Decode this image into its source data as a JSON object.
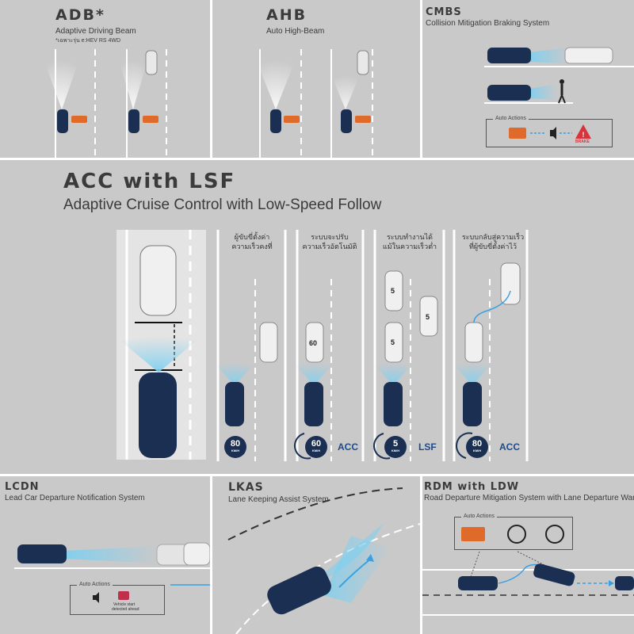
{
  "adb": {
    "title": "ADB*",
    "subtitle": "Adaptive Driving Beam",
    "note": "*เฉพาะรุ่น e:HEV RS 4WD"
  },
  "ahb": {
    "title": "AHB",
    "subtitle": "Auto High-Beam"
  },
  "cmbs": {
    "title": "CMBS",
    "subtitle": "Collision Mitigation Braking System",
    "auto_actions": "Auto Actions",
    "brake": "BRAKE"
  },
  "acc": {
    "title": "ACC with LSF",
    "subtitle": "Adaptive Cruise Control with Low-Speed Follow",
    "col1": {
      "l1": "ผู้ขับขี่ตั้งค่า",
      "l2": "ความเร็วคงที่",
      "speed": "80",
      "unit": "KM/H"
    },
    "col2": {
      "l1": "ระบบจะปรับ",
      "l2": "ความเร็วอัตโนมัติ",
      "speed": "60",
      "unit": "KM/H",
      "mode": "ACC",
      "lead_speed": "60"
    },
    "col3": {
      "l1": "ระบบทำงานได้",
      "l2": "แม้ในความเร็วต่ำ",
      "speed": "5",
      "unit": "KM/H",
      "mode": "LSF",
      "car_speed": "5"
    },
    "col4": {
      "l1": "ระบบกลับสู่ความเร็ว",
      "l2": "ที่ผู้ขับขี่ตั้งค่าไว้",
      "speed": "80",
      "unit": "KM/H",
      "mode": "ACC"
    }
  },
  "lcdn": {
    "title": "LCDN",
    "subtitle": "Lead Car Departure Notification System",
    "auto_actions": "Auto Actions",
    "msg1": "Vehicle start",
    "msg2": "detected ahead"
  },
  "lkas": {
    "title": "LKAS",
    "subtitle": "Lane Keeping Assist System"
  },
  "rdm": {
    "title": "RDM with LDW",
    "subtitle": "Road Departure Mitigation System with Lane Departure Warning",
    "auto_actions": "Auto Actions"
  },
  "colors": {
    "panel": "#c9c9ca",
    "car": "#1b2f52",
    "beam": "#7fd0f0",
    "accent": "#e06a2a",
    "speed_badge": "#1b2f52",
    "mode_text": "#1f4a8a"
  }
}
